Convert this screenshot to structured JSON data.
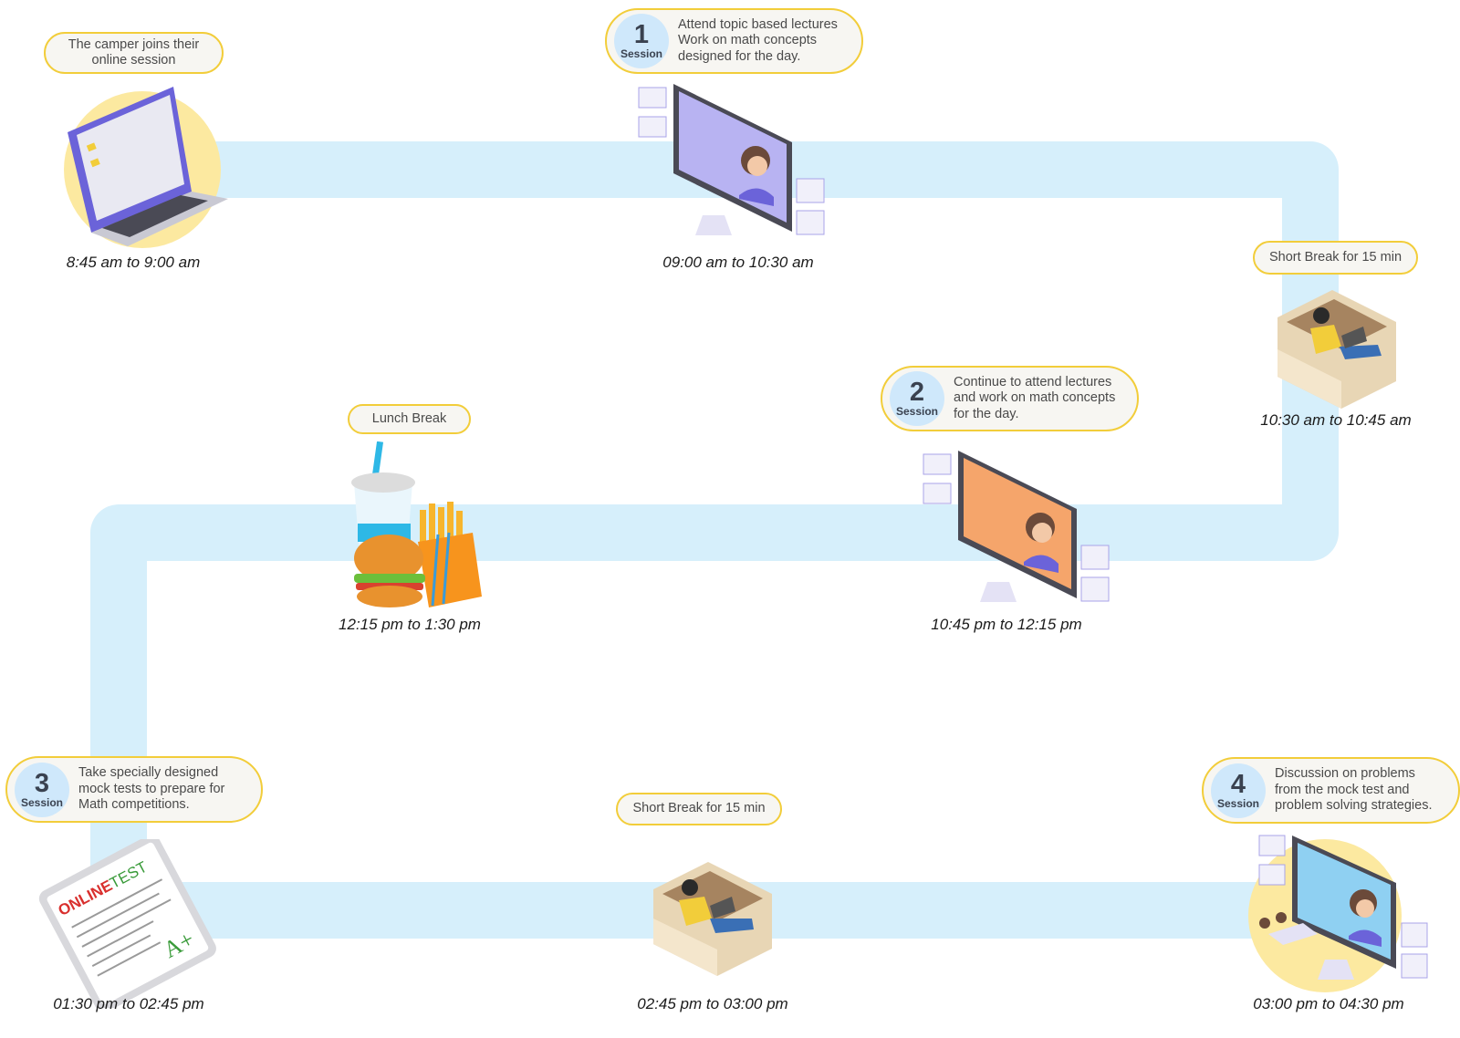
{
  "colors": {
    "path": "#d6effb",
    "bubble_border": "#f2cd3a",
    "bubble_fill": "#f7f6f2",
    "badge": "#cfe8fb",
    "accent_yellow": "#fce9a0"
  },
  "steps": [
    {
      "caption": "The camper joins their\nonline session",
      "time": "8:45 am to 9:00 am",
      "icon": "laptop-icon"
    },
    {
      "session_number": "1",
      "session_label": "Session",
      "caption": "Attend topic based lectures\nWork on math concepts\ndesigned for the day.",
      "time": "09:00 am to 10:30 am",
      "icon": "monitor-lecture-icon"
    },
    {
      "caption": "Short Break for 15 min",
      "time": "10:30 am to 10:45 am",
      "icon": "sofa-break-icon"
    },
    {
      "session_number": "2",
      "session_label": "Session",
      "caption": "Continue to attend lectures\nand work on math concepts\nfor the day.",
      "time": "10:45 pm to 12:15 pm",
      "icon": "monitor-lecture-icon"
    },
    {
      "caption": "Lunch Break",
      "time": "12:15 pm to 1:30 pm",
      "icon": "lunch-icon"
    },
    {
      "session_number": "3",
      "session_label": "Session",
      "caption": "Take specially designed\nmock tests to prepare for\nMath competitions.",
      "time": "01:30 pm to 02:45 pm",
      "icon": "online-test-tablet-icon",
      "tablet_text_a": "ONLINE",
      "tablet_text_b": "TEST",
      "tablet_grade": "A+"
    },
    {
      "caption": "Short Break for 15 min",
      "time": "02:45 pm to 03:00 pm",
      "icon": "sofa-break-icon"
    },
    {
      "session_number": "4",
      "session_label": "Session",
      "caption": "Discussion on problems\nfrom the mock test and\nproblem solving strategies.",
      "time": "03:00 pm to 04:30 pm",
      "icon": "discussion-monitor-icon"
    }
  ]
}
